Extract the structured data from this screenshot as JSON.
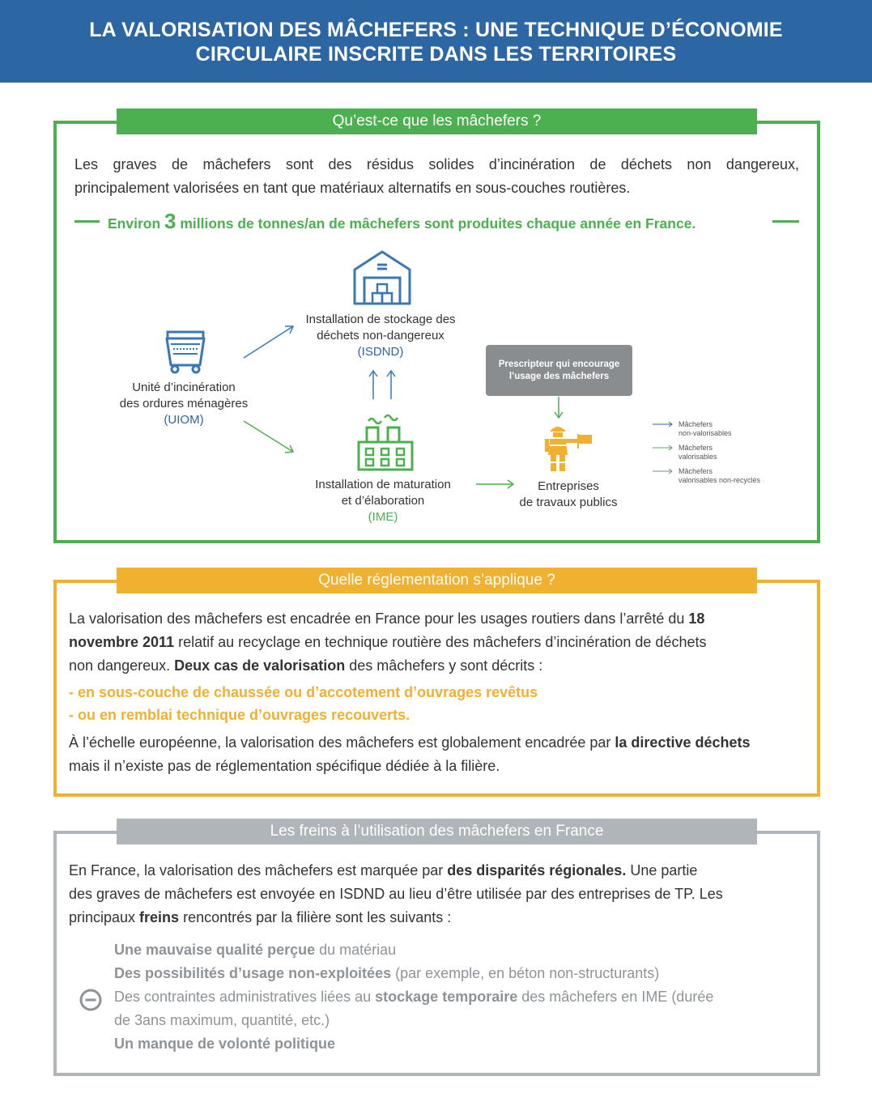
{
  "header": {
    "line1": "LA VALORISATION DES MÂCHEFERS : UNE TECHNIQUE D’ÉCONOMIE",
    "line2": "CIRCULAIRE INSCRITE DANS LES TERRITOIRES"
  },
  "section1": {
    "title": "Qu’est-ce que les mâchefers ?",
    "intro_line1": "Les graves de mâchefers sont des résidus solides d’incinération de déchets non dangereux,",
    "intro_line2": "principalement valorisées en tant que matériaux alternatifs en sous-couches routières.",
    "stat_before": "Environ ",
    "stat_number": "3",
    "stat_after": " millions de tonnes/an de mâchefers sont produites chaque année en France.",
    "uiom": {
      "line1": "Unité d’incinération",
      "line2": "des ordures ménagères",
      "acronym": "(UIOM)"
    },
    "isdnd": {
      "line1": "Installation de stockage des",
      "line2": "déchets non-dangereux",
      "acronym": "(ISDND)"
    },
    "ime": {
      "line1": "Installation de maturation",
      "line2": "et d’élaboration",
      "acronym": "(IME)"
    },
    "tp": {
      "line1": "Entreprises",
      "line2": "de travaux publics"
    },
    "prescripteur": {
      "line1": "Prescripteur qui encourage",
      "line2": "l’usage des mâchefers"
    },
    "legend": [
      {
        "line1": "Mâchefers",
        "line2": "non-valorisables",
        "color": "#2c66a3"
      },
      {
        "line1": "Mâchefers",
        "line2": "valorisables",
        "color": "#4caf50"
      },
      {
        "line1": "Mâchefers",
        "line2": "valorisables non-recyclés",
        "color": "#7a8a9a"
      }
    ],
    "icons": {
      "warehouse": "warehouse-icon",
      "bin": "waste-bin-icon",
      "factory": "factory-icon",
      "worker": "road-worker-icon"
    }
  },
  "section2": {
    "title": "Quelle réglementation s’applique ?",
    "p1_a": "La valorisation des mâchefers est encadrée en France pour les usages routiers dans l’arrêté du ",
    "p1_b": "18",
    "p1_c": "novembre 2011",
    "p1_d": " relatif au recyclage en technique routière des mâchefers d’incinération de déchets",
    "p1_e": "non dangereux. ",
    "p1_f": "Deux cas de valorisation",
    "p1_g": " des mâchefers y sont décrits :",
    "case1": "- en sous-couche de chaussée ou d’accotement d’ouvrages revêtus",
    "case2": "- ou en remblai technique d’ouvrages recouverts.",
    "p2_a": "À l’échelle européenne, la valorisation des mâchefers est globalement encadrée par ",
    "p2_b": "la directive déchets",
    "p2_c": "mais il n’existe pas de réglementation spécifique dédiée à la filière."
  },
  "section3": {
    "title": "Les freins à l’utilisation des mâchefers en France",
    "p1_a": "En France, la valorisation des mâchefers est marquée par ",
    "p1_b": "des disparités régionales.",
    "p1_c": " Une partie",
    "p1_d": "des graves de mâchefers est envoyée en ISDND au lieu d’être utilisée par des entreprises de TP. Les",
    "p1_e": "principaux ",
    "p1_f": "freins",
    "p1_g": " rencontrés par la filière sont les suivants :",
    "f1_bold": "Une mauvaise qualité perçue",
    "f1_rest": " du matériau",
    "f2_bold": "Des possibilités d’usage non-exploitées",
    "f2_rest": " (par exemple, en béton non-structurants)",
    "f3_a": "Des contraintes administratives liées au ",
    "f3_bold": "stockage temporaire",
    "f3_c": " des mâchefers en IME (durée",
    "f3_d": "de 3ans maximum, quantité, etc.)",
    "f4_bold": "Un manque de volonté politique",
    "minus_icon": "minus-circle-icon"
  }
}
